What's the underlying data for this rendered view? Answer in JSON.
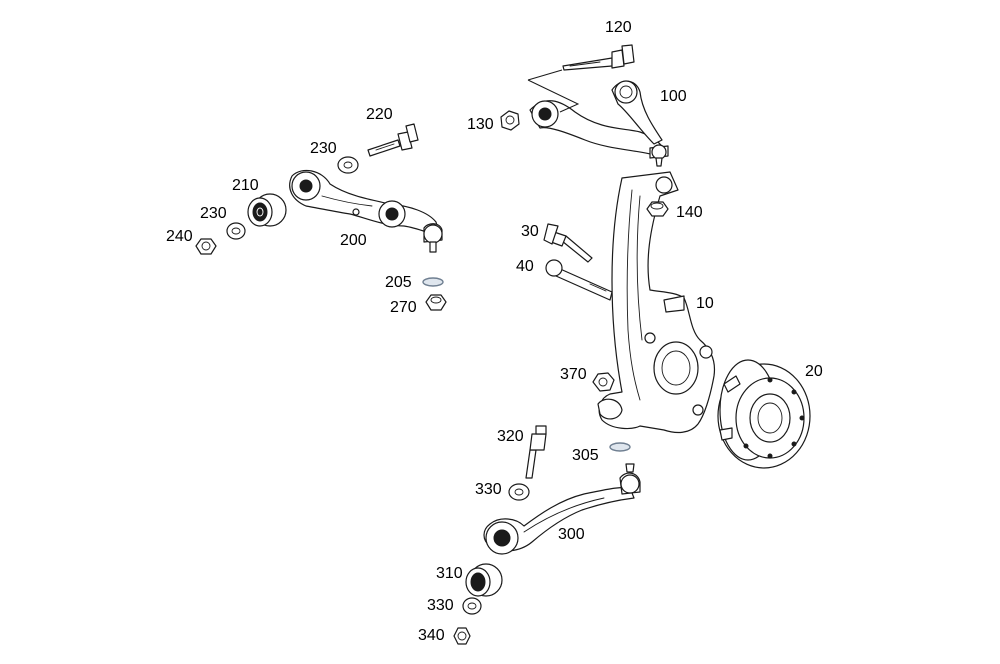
{
  "labels": {
    "p10": "10",
    "p20": "20",
    "p30": "30",
    "p40": "40",
    "p100": "100",
    "p120": "120",
    "p130": "130",
    "p140": "140",
    "p200": "200",
    "p205": "205",
    "p210": "210",
    "p220": "220",
    "p230a": "230",
    "p230b": "230",
    "p240": "240",
    "p270": "270",
    "p300": "300",
    "p305": "305",
    "p310": "310",
    "p320": "320",
    "p330a": "330",
    "p330b": "330",
    "p340": "340",
    "p370": "370"
  }
}
